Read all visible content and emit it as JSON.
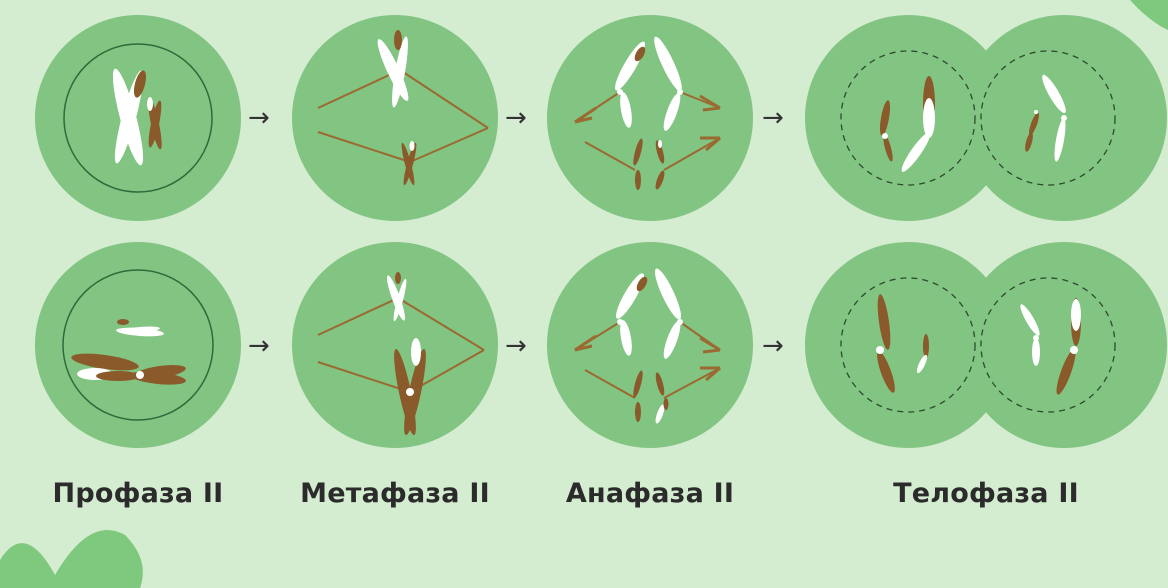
{
  "diagram": {
    "labels": {
      "prophase": "Профаза II",
      "metaphase": "Метафаза II",
      "anaphase": "Анафаза II",
      "telophase": "Телофаза II"
    },
    "arrow_glyph": "→",
    "colors": {
      "background": "#d4ecd0",
      "cell": "#82c482",
      "cell_outline": "#2e6b3a",
      "chromatid_brown": "#8a5a2b",
      "chromatid_white": "#ffffff",
      "spindle": "#9a6a30",
      "leaf_decor": "#7ec97e"
    }
  }
}
